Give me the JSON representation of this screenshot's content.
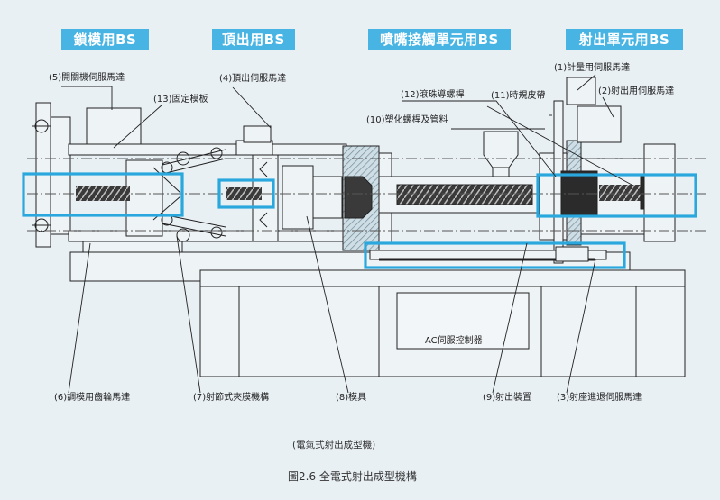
{
  "section_tags": [
    {
      "id": "clamp",
      "label": "鎖模用BS"
    },
    {
      "id": "eject",
      "label": "頂出用BS"
    },
    {
      "id": "nozzle",
      "label": "噴嘴接觸單元用BS"
    },
    {
      "id": "inject",
      "label": "射出單元用BS"
    }
  ],
  "part_labels": {
    "p5": "(5)開關機伺服馬達",
    "p13": "(13)固定模板",
    "p4": "(4)頂出伺服馬達",
    "p1": "(1)計量用伺服馬達",
    "p2": "(2)射出用伺服馬達",
    "p12": "(12)滾珠導螺桿",
    "p11": "(11)時規皮帶",
    "p10": "(10)塑化螺桿及管料",
    "ac": "AC伺服控制器",
    "p6": "(6)調模用齒輪馬達",
    "p7": "(7)射節式夾膜機構",
    "p8": "(8)模具",
    "p9": "(9)射出裝置",
    "p3": "(3)射座進退伺服馬達"
  },
  "caption": "(電氣式射出成型機)",
  "figure_title": "圖2.6 全電式射出成型機構",
  "colors": {
    "background": "#e9f0f4",
    "tag": "#47b4e4",
    "highlight": "#2aa8de",
    "line": "#222222",
    "hatch_fill": "#9fb9c6"
  }
}
